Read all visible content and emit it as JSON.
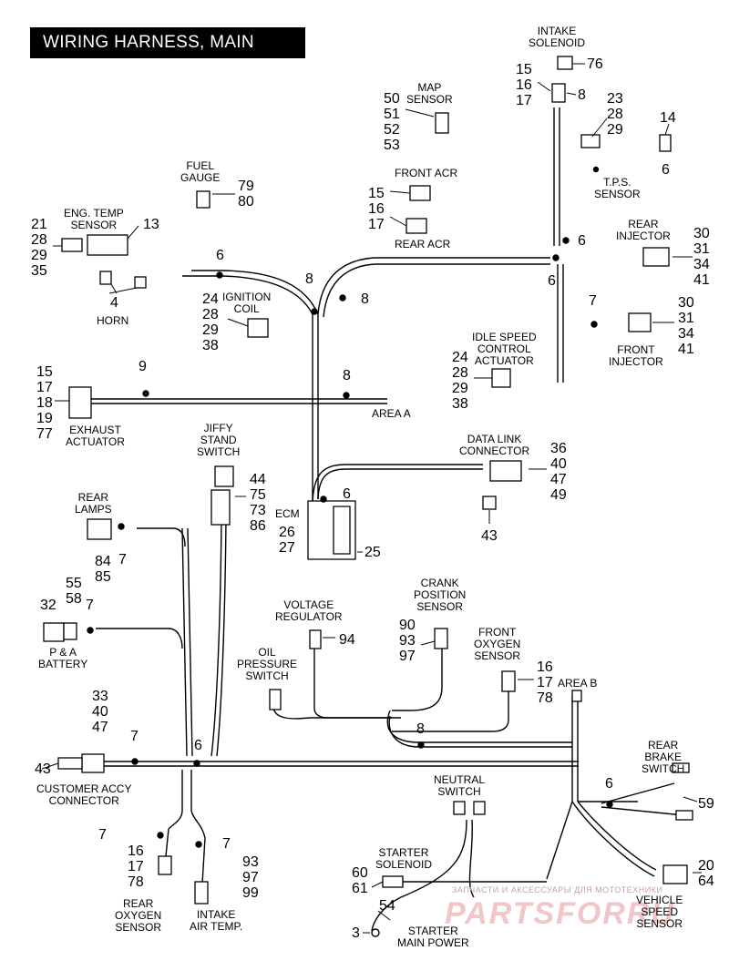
{
  "title": "WIRING HARNESS, MAIN",
  "watermark": {
    "line1": "ЗАПЧАСТИ И АКСЕССУАРЫ ДЛЯ МОТОТЕХНИКИ",
    "line2": "PARTSFORRU"
  },
  "labels": {
    "intake_solenoid": "INTAKE\nSOLENOID",
    "map_sensor": "MAP\nSENSOR",
    "fuel_gauge": "FUEL\nGAUGE",
    "eng_temp_sensor": "ENG. TEMP\nSENSOR",
    "horn": "HORN",
    "front_acr": "FRONT ACR",
    "rear_acr": "REAR ACR",
    "tps_sensor": "T.P.S.\nSENSOR",
    "rear_injector": "REAR\nINJECTOR",
    "ignition_coil": "IGNITION\nCOIL",
    "front_injector": "FRONT\nINJECTOR",
    "idle_speed": "IDLE SPEED\nCONTROL\nACTUATOR",
    "exhaust_actuator": "EXHAUST\nACTUATOR",
    "area_a": "AREA A",
    "jiffy_stand": "JIFFY\nSTAND\nSWITCH",
    "data_link": "DATA LINK\nCONNECTOR",
    "ecm": "ECM",
    "rear_lamps": "REAR\nLAMPS",
    "p_a_battery": "P & A\nBATTERY",
    "voltage_regulator": "VOLTAGE\nREGULATOR",
    "crank_position": "CRANK\nPOSITION\nSENSOR",
    "oil_pressure": "OIL\nPRESSURE\nSWITCH",
    "front_oxygen": "FRONT\nOXYGEN\nSENSOR",
    "area_b": "AREA B",
    "customer_accy": "CUSTOMER ACCY\nCONNECTOR",
    "rear_brake": "REAR\nBRAKE\nSWITCH",
    "neutral_switch": "NEUTRAL\nSWITCH",
    "starter_solenoid": "STARTER\nSOLENOID",
    "rear_oxygen": "REAR\nOXYGEN\nSENSOR",
    "intake_air_temp": "INTAKE\nAIR TEMP.",
    "starter_main_power": "STARTER\nMAIN POWER",
    "vehicle_speed": "VEHICLE\nSPEED\nSENSOR"
  },
  "callouts": {
    "intake_76": "76",
    "intake_15_16_17": "15\n16\n17",
    "intake_8": "8",
    "map_50_53": "50\n51\n52\n53",
    "tps_23_28_29": "23\n28\n29",
    "tps_14": "14",
    "tps_6": "6",
    "fuel_79_80": "79\n80",
    "eng_13": "13",
    "eng_21_35": "21\n28\n29\n35",
    "six_fuel": "6",
    "horn_4": "4",
    "acr_15_16_17": "15\n16\n17",
    "six_top_right": "6",
    "six_junction": "6",
    "rear_inj_nums": "30\n31\n34\n41",
    "front_inj_nums": "30\n31\n34\n41",
    "front_inj_7": "7",
    "eight_a": "8",
    "eight_b": "8",
    "ign_nums": "24\n28\n29\n38",
    "idle_nums": "24\n28\n29\n38",
    "exh_nums": "15\n17\n18\n19\n77",
    "nine": "9",
    "eight_area_a": "8",
    "jiffy_nums": "44\n75\n73\n86",
    "dl_nums": "36\n40\n47\n49",
    "dl_43": "43",
    "ecm_6": "6",
    "ecm_26_27": "26\n27",
    "ecm_25": "25",
    "rl_84_85": "84\n85",
    "rl_7": "7",
    "batt_55_58": "55\n58",
    "batt_32": "32",
    "batt_7": "7",
    "vr_94": "94",
    "crank_nums": "90\n93\n97",
    "fo_nums": "16\n17\n78",
    "eight_mid": "8",
    "accy_nums": "33\n40\n47",
    "accy_7": "7",
    "accy_43": "43",
    "six_accy": "6",
    "rb_6": "6",
    "rb_59": "59",
    "ro_7": "7",
    "ro_nums": "16\n17\n78",
    "iat_7": "7",
    "iat_nums": "93\n97\n99",
    "ss_nums": "60\n61",
    "smp_54": "54",
    "smp_3": "3",
    "vss_nums": "20\n64"
  }
}
